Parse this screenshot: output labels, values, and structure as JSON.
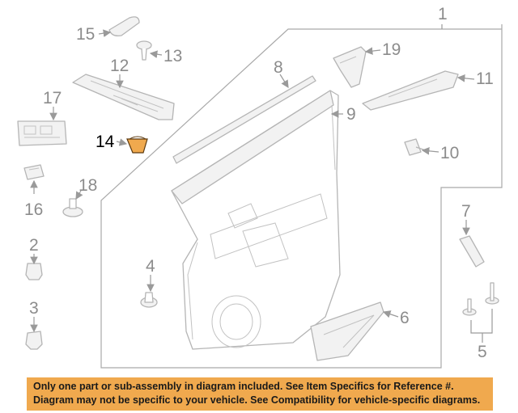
{
  "callouts": {
    "c1": "1",
    "c2": "2",
    "c3": "3",
    "c4": "4",
    "c5": "5",
    "c6": "6",
    "c7": "7",
    "c8": "8",
    "c9": "9",
    "c10": "10",
    "c11": "11",
    "c12": "12",
    "c13": "13",
    "c14": "14",
    "c15": "15",
    "c16": "16",
    "c17": "17",
    "c18": "18",
    "c19": "19"
  },
  "highlight": {
    "callout": "14",
    "color": "#f0a94e"
  },
  "notice": {
    "line1": "Only one part or sub-assembly in diagram included. See Item Specifics for Reference #.",
    "line2": "Diagram may not be specific to your vehicle. See Compatibility for vehicle-specific diagrams.",
    "background": "#f0a94e"
  }
}
